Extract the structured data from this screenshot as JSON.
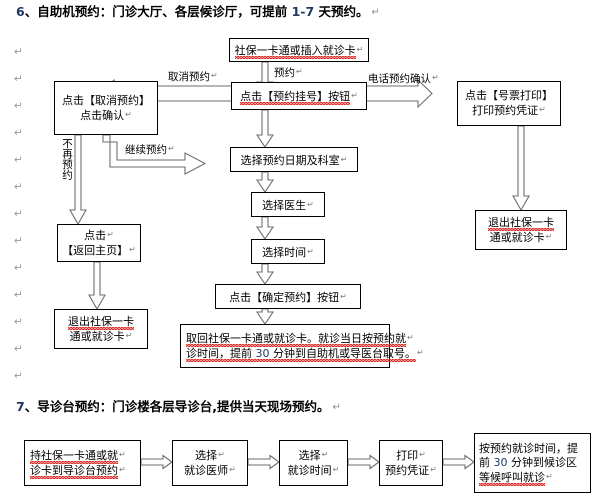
{
  "document": {
    "sections": [
      {
        "id": "section-6",
        "number": "6",
        "delimiter": "、",
        "title": "自助机预约：门诊大厅、各层候诊厅，可提前 ",
        "highlight": "1-7",
        "title_tail": " 天预约。",
        "pilcrow": "↵",
        "full_text": "6、自助机预约：门诊大厅、各层候诊厅，可提前 1-7 天预约。"
      },
      {
        "id": "section-7",
        "number": "7",
        "delimiter": "、",
        "title": "导诊台预约：门诊楼各层导诊台,提供当天现场预约。",
        "highlight": "",
        "title_tail": "",
        "pilcrow": "↵",
        "full_text": "7、导诊台预约：门诊楼各层导诊台,提供当天现场预约。"
      }
    ],
    "paragraph_marks": [
      "↵",
      "↵",
      "↵",
      "↵",
      "↵",
      "↵",
      "↵",
      "↵",
      "↵",
      "↵",
      "↵",
      "↵",
      "↵"
    ]
  },
  "flowchart_self_service": {
    "title": "自助机预约流程图",
    "nodes": {
      "insert_card": {
        "label": "社保一卡通或插入就诊卡",
        "lines": [
          "社保一卡通或插入就诊卡"
        ]
      },
      "click_book": {
        "label": "点击【预约挂号】按钮",
        "lines": [
          "点击【预约挂号】按钮"
        ]
      },
      "cancel_book": {
        "label": "点击【取消预约】点击确认",
        "lines": [
          "点击【取消预约】",
          "点击确认"
        ]
      },
      "print_ticket": {
        "label": "点击【号票打印】打印预约凭证",
        "lines": [
          "点击【号票打印】",
          "打印预约凭证"
        ]
      },
      "select_date_dept": {
        "label": "选择预约日期及科室",
        "lines": [
          "选择预约日期及科室"
        ]
      },
      "select_doctor": {
        "label": "选择医生",
        "lines": [
          "选择医生"
        ]
      },
      "select_time": {
        "label": "选择时间",
        "lines": [
          "选择时间"
        ]
      },
      "confirm_book": {
        "label": "点击【确定预约】按钮",
        "lines": [
          "点击【确定预约】按钮"
        ]
      },
      "click_home": {
        "label": "点击【返回主页】",
        "lines": [
          "点击",
          "【返回主页】"
        ]
      },
      "eject_card_left": {
        "label": "退出社保一卡通或就诊卡",
        "lines": [
          "退出社保一卡",
          "通或就诊卡"
        ]
      },
      "eject_card_right": {
        "label": "退出社保一卡通或就诊卡",
        "lines": [
          "退出社保一卡",
          "通或就诊卡"
        ]
      },
      "take_card_note": {
        "label": "取回社保一卡通或就诊卡。就诊当日按预约就诊时间，提前 30 分钟到自助机或导医台取号。",
        "lines": [
          "取回社保一卡通或就诊卡。就诊当日按预约就",
          "诊时间，提前 30 分钟到自助机或导医台取号。"
        ],
        "highlight_number": "30"
      }
    },
    "edge_labels": {
      "book": "预约",
      "cancel_book": "取消预约",
      "phone_confirm": "电话预约确认",
      "continue_book": "继续预约",
      "no_more_book": "不再预约"
    }
  },
  "flowchart_guide_desk": {
    "title": "导诊台预约流程图",
    "nodes": [
      {
        "id": "guide-step-1",
        "lines": [
          "持社保一卡通或就",
          "诊卡到导诊台预约"
        ],
        "label": "持社保一卡通或就诊卡到导诊台预约"
      },
      {
        "id": "guide-step-2",
        "lines": [
          "选择",
          "就诊医师"
        ],
        "label": "选择就诊医师"
      },
      {
        "id": "guide-step-3",
        "lines": [
          "选择",
          "就诊时间"
        ],
        "label": "选择就诊时间"
      },
      {
        "id": "guide-step-4",
        "lines": [
          "打印",
          "预约凭证"
        ],
        "label": "打印预约凭证"
      },
      {
        "id": "guide-step-5",
        "lines": [
          "按预约就诊时间，提",
          "前 30 分钟到候诊区",
          "等候呼叫就诊"
        ],
        "label": "按预约就诊时间，提前 30 分钟到候诊区等候呼叫就诊",
        "highlight_number": "30"
      }
    ]
  },
  "colors": {
    "text": "#000000",
    "accent_number": "#1f3864",
    "paragraph_mark": "#9a9a9a",
    "spell_error": "#e03131",
    "border": "#000000",
    "background": "#ffffff"
  }
}
